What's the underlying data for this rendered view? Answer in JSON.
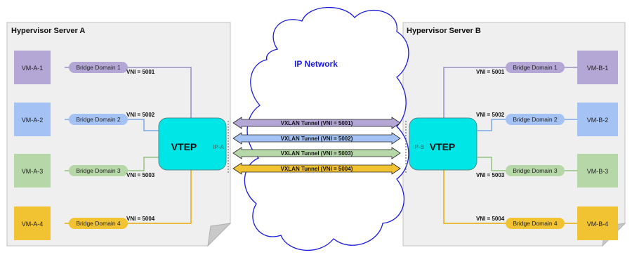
{
  "hypervisor_a": {
    "title": "Hypervisor Server A",
    "vtep_label": "VTEP",
    "ip_label": "IP-A",
    "rows": [
      {
        "vm": "VM-A-1",
        "bridge": "Bridge Domain 1",
        "vni": "VNI = 5001",
        "color": "#b4a7d6",
        "dark": "#9b8dc8"
      },
      {
        "vm": "VM-A-2",
        "bridge": "Bridge Domain 2",
        "vni": "VNI = 5002",
        "color": "#a4c2f4",
        "dark": "#7da7e8"
      },
      {
        "vm": "VM-A-3",
        "bridge": "Bridge Domain 3",
        "vni": "VNI = 5003",
        "color": "#b6d7a8",
        "dark": "#93c47d"
      },
      {
        "vm": "VM-A-4",
        "bridge": "Bridge Domain 4",
        "vni": "VNI = 5004",
        "color": "#f1c232",
        "dark": "#e6ac00"
      }
    ]
  },
  "hypervisor_b": {
    "title": "Hypervisor Server B",
    "vtep_label": "VTEP",
    "ip_label": "IP-B",
    "rows": [
      {
        "vm": "VM-B-1",
        "bridge": "Bridge Domain 1",
        "vni": "VNI = 5001",
        "color": "#b4a7d6",
        "dark": "#9b8dc8"
      },
      {
        "vm": "VM-B-2",
        "bridge": "Bridge Domain 2",
        "vni": "VNI = 5002",
        "color": "#a4c2f4",
        "dark": "#7da7e8"
      },
      {
        "vm": "VM-B-3",
        "bridge": "Bridge Domain 3",
        "vni": "VNI = 5003",
        "color": "#b6d7a8",
        "dark": "#93c47d"
      },
      {
        "vm": "VM-B-4",
        "bridge": "Bridge Domain 4",
        "vni": "VNI = 5004",
        "color": "#f1c232",
        "dark": "#e6ac00"
      }
    ]
  },
  "network": {
    "title": "IP Network",
    "tunnels": [
      {
        "label": "VXLAN Tunnel (VNI = 5001)",
        "color": "#b4a7d6"
      },
      {
        "label": "VXLAN Tunnel (VNI = 5002)",
        "color": "#a4c2f4"
      },
      {
        "label": "VXLAN Tunnel (VNI = 5003)",
        "color": "#b6d7a8"
      },
      {
        "label": "VXLAN Tunnel (VNI = 5004)",
        "color": "#f1c232"
      }
    ]
  },
  "colors": {
    "vtep_fill": "#00e5e5",
    "server_fill": "#efefef",
    "cloud_stroke": "#1a1adb",
    "network_title": "#1a1adb"
  }
}
